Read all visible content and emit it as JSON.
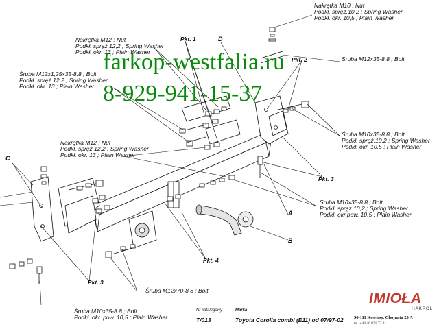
{
  "watermark": {
    "site": "farkop-westfalia.ru",
    "phone": "8-929-941-15-37"
  },
  "callouts": {
    "nut_m10": [
      "Nakrętka  M10 ; Nut",
      "Podkł. spręż.10,2 ; Spring Washer",
      "Podkł. okr. 10,5 ; Plain Washer"
    ],
    "nut_m12_top": [
      "Nakrętka  M12 ; Nut",
      "Podkł. spręż.12,2 ; Spring Washer",
      "Podkł. okr. 13 ; Plain Washer"
    ],
    "bolt_m12x35": [
      "Śruba M12x35-8.8 ;  Bolt"
    ],
    "bolt_m12x125": [
      "Śruba M12x1,25x35-8.8 ;  Bolt",
      "Podkł. spręż.12,2 ; Spring Washer",
      "Podkł. okr. 13  ; Plain Washer"
    ],
    "bolt_m10x35_right": [
      "Śruba M10x35-8.8 ;  Bolt",
      "Podkł. spręż.10,2 ; Spring Washer",
      "Podkł. okr. 10,5 ; Plain Washer"
    ],
    "nut_m12_mid": [
      "Nakrętka  M12 ; Nut",
      "Podkł. spręż.12,2 ; Spring Washer",
      "Podkł. okr. 13 ; Plain Washer"
    ],
    "bolt_m10x35_lower": [
      "Śruba M10x35-8.8 ;  Bolt",
      "Podkł. spręż.10,2 ; Spring Washer",
      "Podkł. okr.pow. 10,5 ; Plain Washer"
    ],
    "bolt_m12x70": [
      "Śruba M12x70-8.8 ;  Bolt"
    ],
    "bolt_m10x35_bottom": [
      "Śruba M10x35-8.8 ;  Bolt",
      "Podkł. okr. pow. 10,5 ; Plain Washer"
    ]
  },
  "points": {
    "pkt1": "Pkt. 1",
    "pkt2": "Pkt. 2",
    "pkt3_right": "Pkt. 3",
    "pkt3_left": "Pkt. 3",
    "pkt4": "Pkt. 4"
  },
  "letters": {
    "a": "A",
    "b": "B",
    "c": "C",
    "d": "D"
  },
  "footer": {
    "catalog_label": "Nr katalogowy",
    "brand_label": "Marka",
    "catalog_no": "T/013",
    "model": "Toyota Corolla combi (E11)   od 07/97-02"
  },
  "logo": {
    "brand": "IMIOŁA",
    "sub": "HAKPOL",
    "address": "96-111 Kowiesy, Chojnata 23 A",
    "tel": "tel. +48 46 831 73 31"
  },
  "colors": {
    "watermark": "#0a8a0a",
    "brand": "#c0392b",
    "line": "#111111"
  }
}
